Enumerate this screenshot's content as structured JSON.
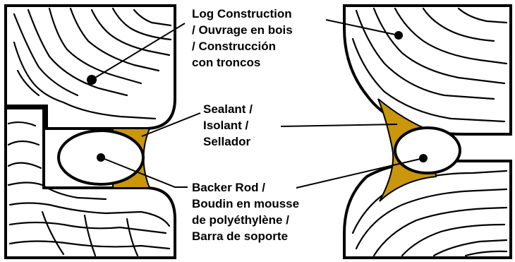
{
  "colors": {
    "sealant": "#c9960c",
    "outline": "#000000",
    "background": "#ffffff"
  },
  "labels": {
    "log_construction": [
      "Log Construction",
      "/ Ouvrage en bois",
      "/ Construcción",
      "con troncos"
    ],
    "sealant": [
      "Sealant /",
      "Isolant /",
      "Sellador"
    ],
    "backer_rod": [
      "Backer Rod /",
      "Boudin en mousse",
      "de polyéthylène /",
      "Barra de soporte"
    ]
  }
}
